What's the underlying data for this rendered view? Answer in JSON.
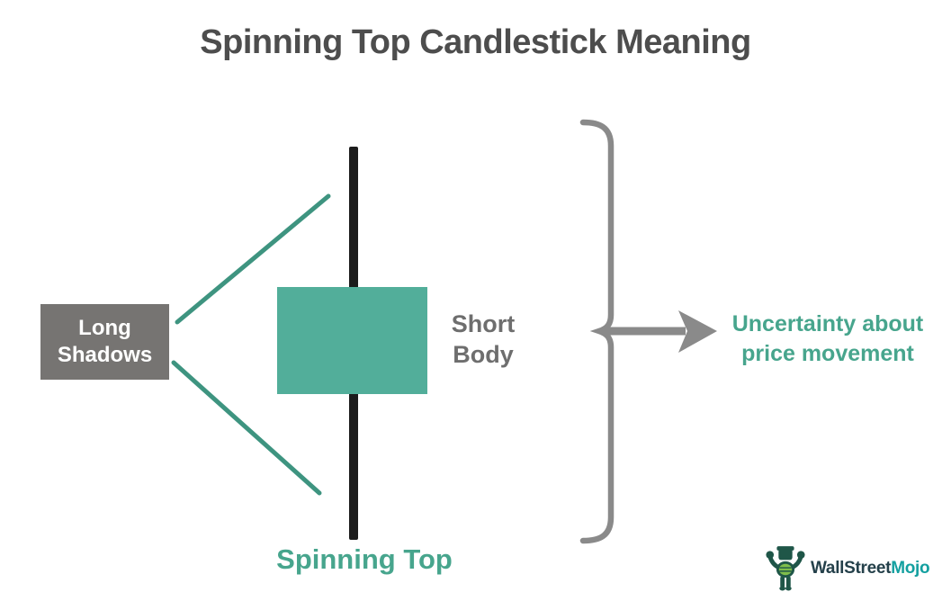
{
  "title": "Spinning Top Candlestick Meaning",
  "labels": {
    "long_shadows": {
      "line1": "Long",
      "line2": "Shadows"
    },
    "short_body": {
      "line1": "Short",
      "line2": "Body"
    },
    "spinning_top": "Spinning Top",
    "uncertainty": {
      "line1": "Uncertainty about",
      "line2": "price movement"
    }
  },
  "logo": {
    "brand_part1": "WallStreet",
    "brand_part2": "Mojo",
    "mascot_icon": "bull-mascot-icon"
  },
  "colors": {
    "title-gray": "#4D4D4D",
    "label-gray": "#6E6E6E",
    "box-gray": "#767472",
    "box-text": "#FFFFFF",
    "teal-body": "#52AE9A",
    "teal-line": "#3E9480",
    "teal-text": "#47A58D",
    "wick-black": "#1C1C1C",
    "brace-gray": "#8A8A8A",
    "logo-navy": "#24404A",
    "logo-teal": "#14A0A0",
    "mascot-dark": "#1F5648",
    "mascot-green": "#7FBE4B",
    "background": "#FFFFFF"
  }
}
